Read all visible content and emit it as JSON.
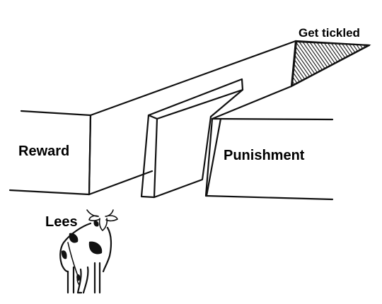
{
  "labels": {
    "get_tickled": "Get tickled",
    "reward": "Reward",
    "punishment": "Punishment",
    "lees": "Lees"
  },
  "colors": {
    "ink": "#111111",
    "background": "#ffffff",
    "cow_spots": "#111111"
  }
}
